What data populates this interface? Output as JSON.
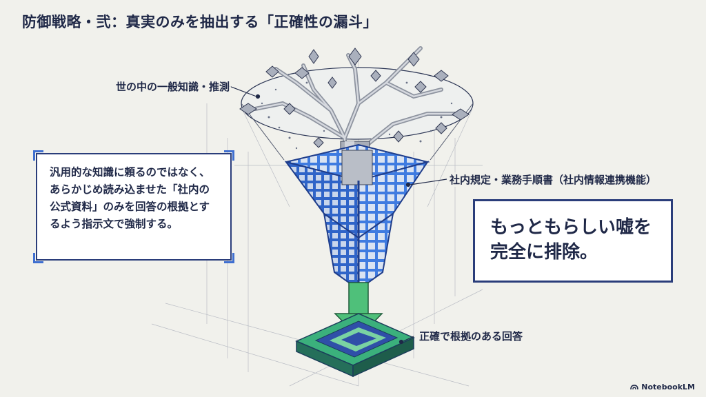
{
  "title": "防御戦略・弐：真実のみを抽出する「正確性の漏斗」",
  "labels": {
    "general_knowledge": "世の中の一般知識・推測",
    "internal_docs": "社内規定・業務手順書（社内情報連携機能）",
    "accurate_answer": "正確で根拠のある回答"
  },
  "note_box": {
    "text": "汎用的な知識に頼るのではなく、あらかじめ読み込ませた「社内の公式資料」のみを回答の根拠とするよう指示文で強制する。"
  },
  "claim_box": {
    "line1": "もっともらしい嘘を",
    "line2": "完全に排除。"
  },
  "brand": {
    "name": "NotebookLM",
    "icon": "notebooklm-logo-icon"
  },
  "colors": {
    "navy": "#1f2847",
    "grid_blue": "#2f64c8",
    "arrow_green": "#43b86a",
    "base_teal": "#2fa47a",
    "background": "#f1f1ec"
  }
}
